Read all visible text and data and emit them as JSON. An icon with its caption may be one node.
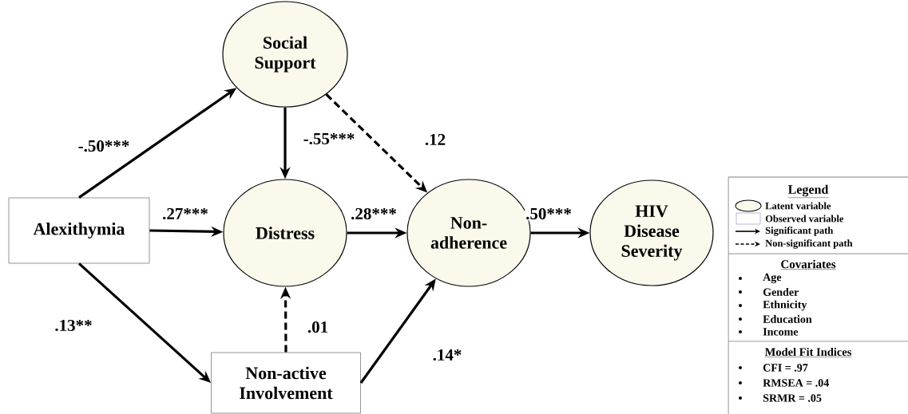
{
  "diagram": {
    "nodes": [
      {
        "text": [
          "Social Support"
        ]
      },
      {
        "text": [
          "Alexithymia"
        ]
      },
      {
        "text": [
          "Distress"
        ]
      },
      {
        "text": [
          "Non-adherence"
        ]
      },
      {
        "text": [
          "HIV Disease Severity"
        ]
      },
      {
        "text": [
          "Non-active Involvement"
        ]
      }
    ],
    "edges": [
      {
        "from": 1,
        "to": 0,
        "arrow": "to",
        "label": "-.50***"
      },
      {
        "from": 1,
        "to": 2,
        "arrow": "to",
        "label": ".27***"
      },
      {
        "from": 1,
        "to": 5,
        "arrow": "to",
        "label": ".13**"
      },
      {
        "from": 0,
        "to": 2,
        "arrow": "to",
        "label": "-.55***"
      },
      {
        "from": 0,
        "to": 3,
        "arrow": "to",
        "label": ".12",
        "style": "dashed"
      },
      {
        "from": 2,
        "to": 3,
        "arrow": "to",
        "label": ".28***"
      },
      {
        "from": 5,
        "to": 2,
        "arrow": "to",
        "label": ".01",
        "style": "dashed"
      },
      {
        "from": 5,
        "to": 3,
        "arrow": "to",
        "label": ".14*"
      },
      {
        "from": 3,
        "to": 4,
        "arrow": "to",
        "label": ".50***"
      }
    ],
    "labels": [
      "Legend",
      "Covariates",
      "Age",
      "Gender",
      "Ethnicity",
      "Education",
      "Income",
      "Model Fit Indices",
      "CFI = .97",
      "RMSEA = .04",
      "SRMR = .05"
    ],
    "legend": [
      {
        "text": "Latent variable"
      },
      {
        "text": "Observed variable"
      },
      {
        "text": "Significant path"
      },
      {
        "text": "Non-significant path"
      }
    ]
  }
}
